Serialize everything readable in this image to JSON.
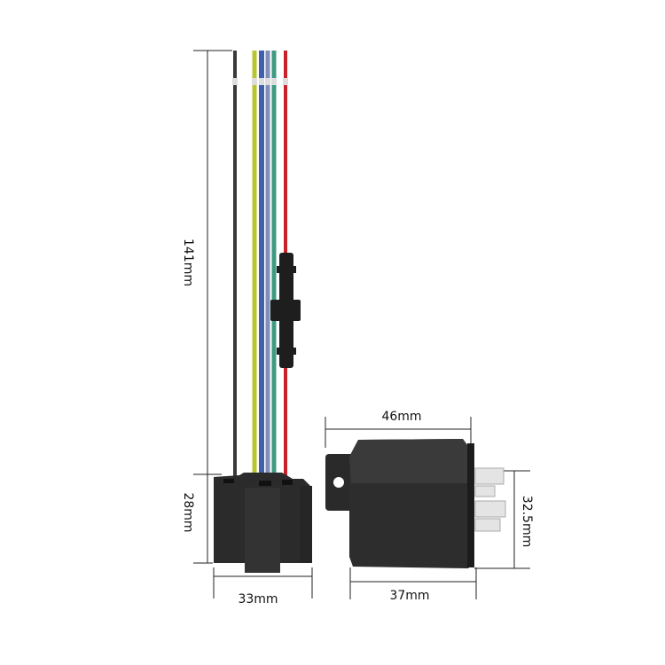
{
  "dimensions": {
    "wire_length": "141mm",
    "socket_height": "28mm",
    "socket_width": "33mm",
    "relay_total_width": "46mm",
    "relay_body_width": "37mm",
    "relay_height": "32.5mm"
  },
  "colors": {
    "wire_black": "#3a3a3a",
    "wire_yellow_green": "#b8c531",
    "wire_blue": "#3f5fb0",
    "wire_gray_blue": "#7f8fb5",
    "wire_green": "#3f9a82",
    "wire_red": "#c8222a",
    "housing": "#2a2a2a"
  }
}
